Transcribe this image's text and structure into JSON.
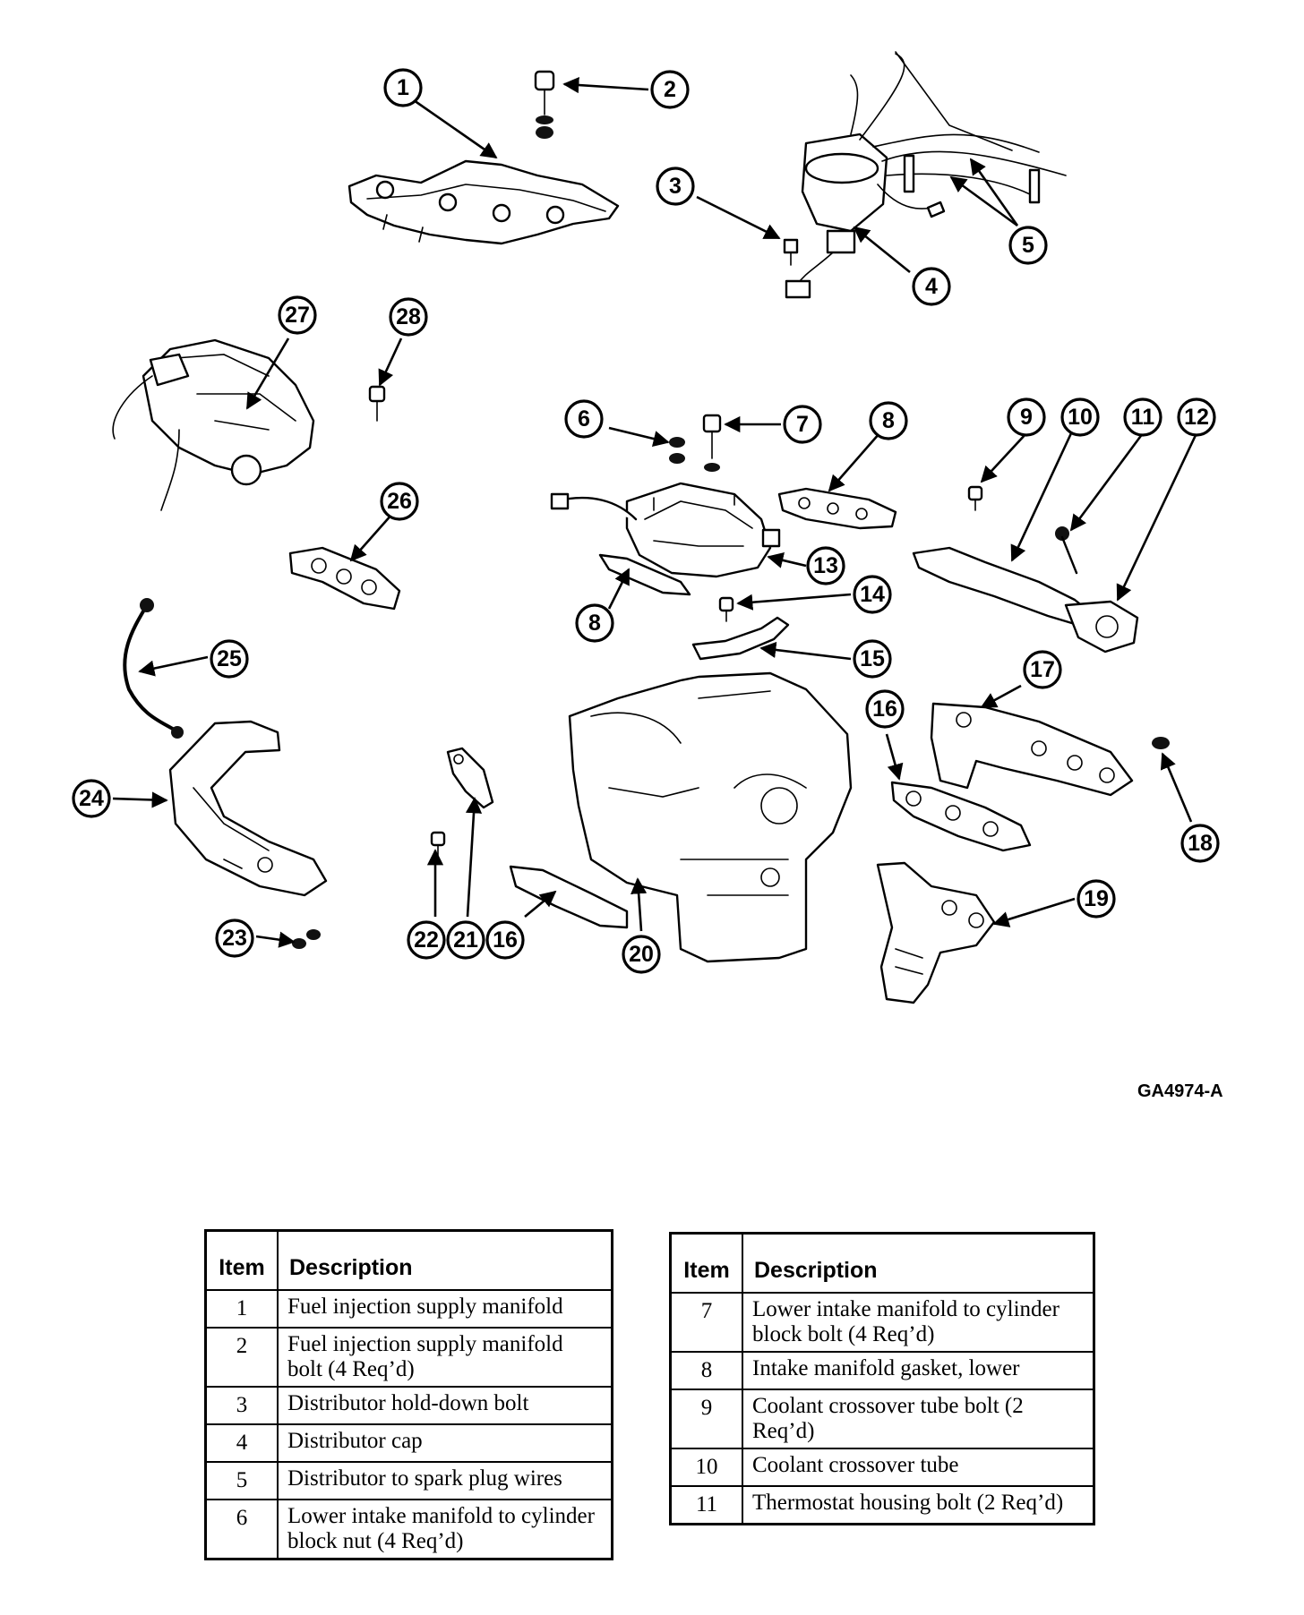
{
  "figure_id": "GA4974-A",
  "callouts": [
    "1",
    "2",
    "3",
    "4",
    "5",
    "6",
    "7",
    "8",
    "8",
    "9",
    "10",
    "11",
    "12",
    "13",
    "14",
    "15",
    "16",
    "16",
    "16",
    "17",
    "18",
    "19",
    "20",
    "21",
    "22",
    "23",
    "24",
    "25",
    "26",
    "27",
    "28"
  ],
  "legend_left": {
    "header": {
      "item": "Item",
      "description": "Description"
    },
    "rows": [
      {
        "item": "1",
        "description": "Fuel injection supply manifold"
      },
      {
        "item": "2",
        "description": "Fuel injection supply manifold bolt (4 Req’d)"
      },
      {
        "item": "3",
        "description": "Distributor hold-down bolt"
      },
      {
        "item": "4",
        "description": "Distributor cap"
      },
      {
        "item": "5",
        "description": "Distributor to spark plug wires"
      },
      {
        "item": "6",
        "description": "Lower intake manifold to cylinder block nut (4 Req’d)"
      }
    ]
  },
  "legend_right": {
    "header": {
      "item": "Item",
      "description": "Description"
    },
    "rows": [
      {
        "item": "7",
        "description": "Lower intake manifold to cylinder block bolt (4 Req’d)"
      },
      {
        "item": "8",
        "description": "Intake manifold gasket, lower"
      },
      {
        "item": "9",
        "description": "Coolant crossover tube bolt (2 Req’d)"
      },
      {
        "item": "10",
        "description": "Coolant crossover tube"
      },
      {
        "item": "11",
        "description": "Thermostat housing bolt (2 Req’d)"
      }
    ]
  }
}
